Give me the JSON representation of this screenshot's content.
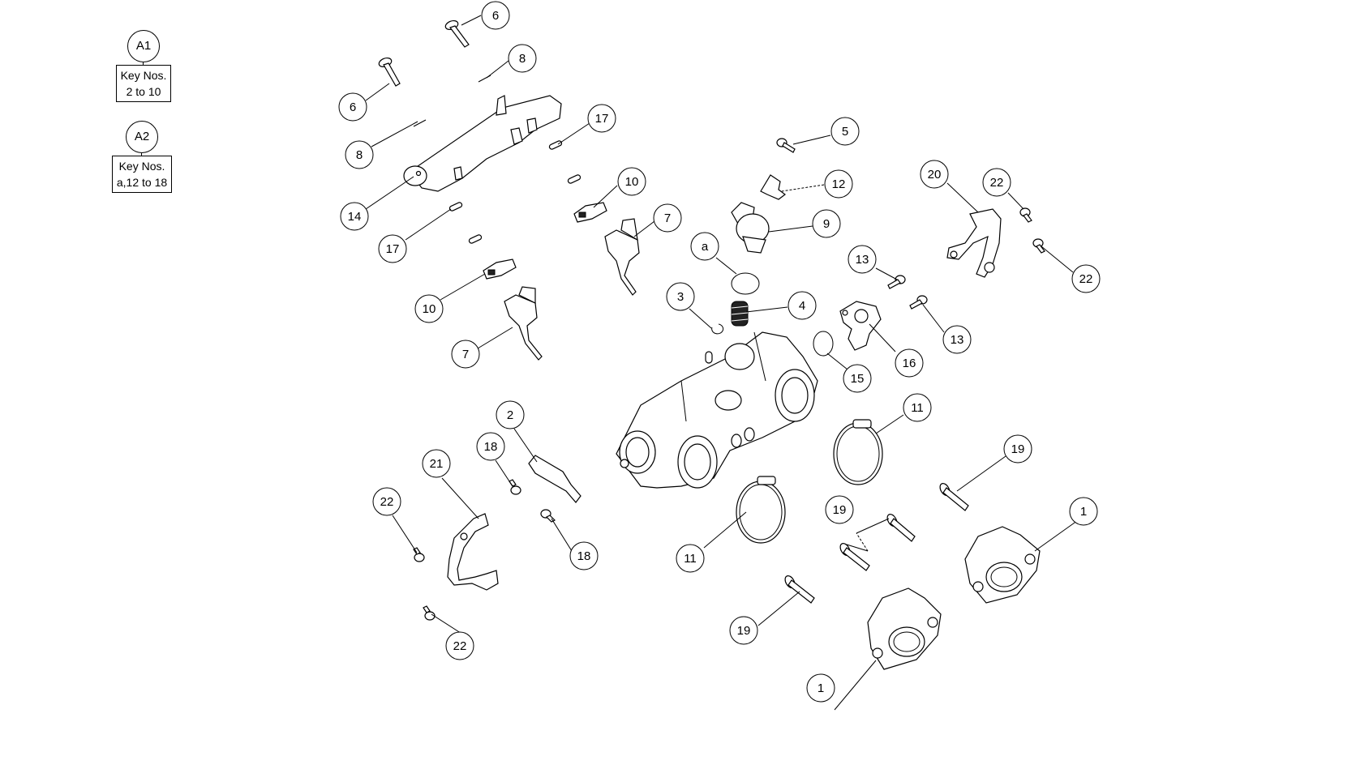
{
  "key_groups": [
    {
      "id": "A1",
      "line1": "Key Nos.",
      "line2": "2 to 10"
    },
    {
      "id": "A2",
      "line1": "Key Nos.",
      "line2": "a,12 to 18"
    }
  ],
  "callouts": [
    "6",
    "6",
    "8",
    "8",
    "17",
    "17",
    "14",
    "10",
    "10",
    "7",
    "7",
    "5",
    "12",
    "9",
    "a",
    "3",
    "4",
    "13",
    "13",
    "20",
    "22",
    "22",
    "16",
    "15",
    "11",
    "11",
    "2",
    "18",
    "18",
    "21",
    "22",
    "22",
    "19",
    "19",
    "19",
    "1",
    "1"
  ]
}
